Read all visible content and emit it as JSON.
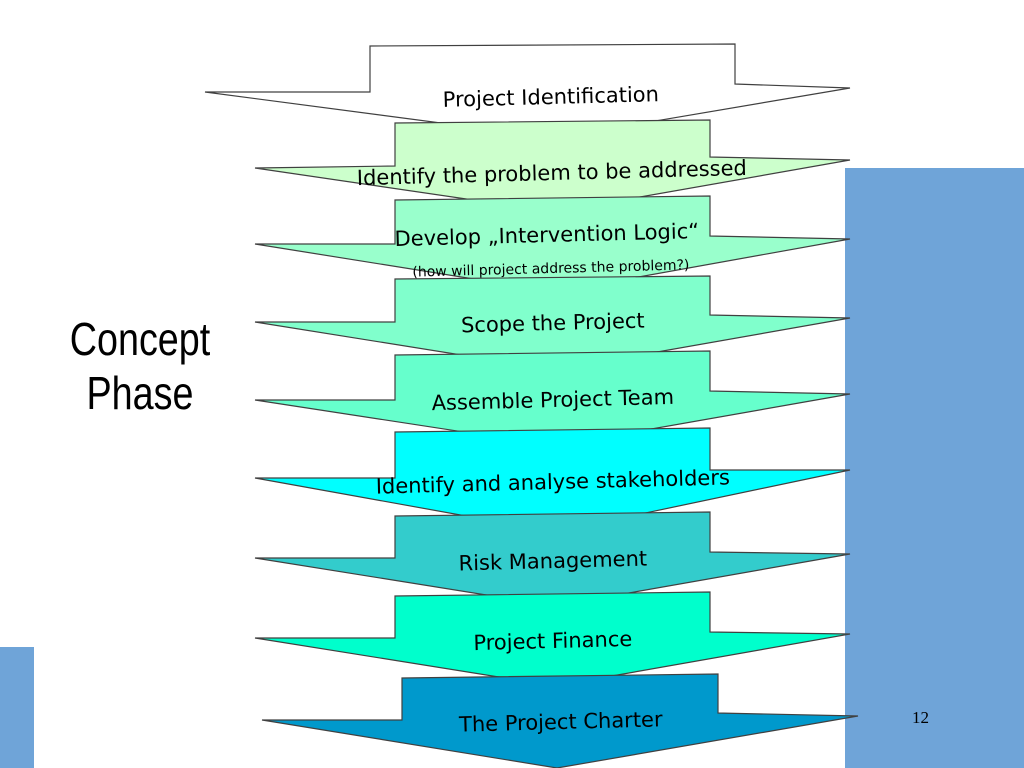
{
  "phase_title": {
    "line1": "Concept",
    "line2": "Phase"
  },
  "page_number": "12",
  "steps": [
    {
      "label": "Project Identification",
      "fill": "#ffffff"
    },
    {
      "label": "Identify the problem to be addressed",
      "fill": "#ccffcc"
    },
    {
      "label": "Develop „Intervention Logic“",
      "sublabel": "(how will project address the problem?)",
      "fill": "#99ffcc"
    },
    {
      "label": "Scope the Project",
      "fill": "#80ffcc"
    },
    {
      "label": "Assemble Project Team",
      "fill": "#66ffcc"
    },
    {
      "label": "Identify and analyse stakeholders",
      "fill": "#00ffff"
    },
    {
      "label": "Risk Management",
      "fill": "#33cccc"
    },
    {
      "label": "Project Finance",
      "fill": "#00ffcc"
    },
    {
      "label": "The Project Charter",
      "fill": "#0099cc"
    }
  ],
  "colors": {
    "side_bars": "#6fa4d8",
    "outline": "#404040"
  }
}
